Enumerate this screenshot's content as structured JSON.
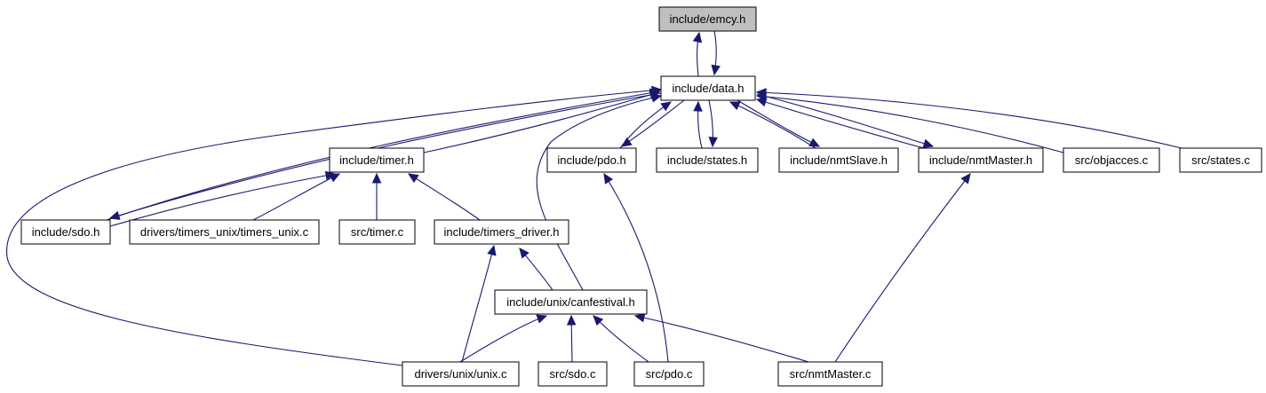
{
  "diagram": {
    "colors": {
      "edge": "#191970",
      "root_fill": "#bfbfbf",
      "node_fill": "#ffffff",
      "border": "#000000"
    },
    "nodes": [
      {
        "id": "emcy",
        "label": "include/emcy.h",
        "root": true
      },
      {
        "id": "data",
        "label": "include/data.h"
      },
      {
        "id": "timer",
        "label": "include/timer.h"
      },
      {
        "id": "pdo",
        "label": "include/pdo.h"
      },
      {
        "id": "states",
        "label": "include/states.h"
      },
      {
        "id": "nmtSlave",
        "label": "include/nmtSlave.h"
      },
      {
        "id": "nmtMaster",
        "label": "include/nmtMaster.h"
      },
      {
        "id": "objacces",
        "label": "src/objacces.c"
      },
      {
        "id": "statesc",
        "label": "src/states.c"
      },
      {
        "id": "sdo",
        "label": "include/sdo.h"
      },
      {
        "id": "timers_unix",
        "label": "drivers/timers_unix/timers_unix.c"
      },
      {
        "id": "timerc",
        "label": "src/timer.c"
      },
      {
        "id": "timers_driver",
        "label": "include/timers_driver.h"
      },
      {
        "id": "canfestival",
        "label": "include/unix/canfestival.h"
      },
      {
        "id": "unixc",
        "label": "drivers/unix/unix.c"
      },
      {
        "id": "sdoc",
        "label": "src/sdo.c"
      },
      {
        "id": "pdoc",
        "label": "src/pdo.c"
      },
      {
        "id": "nmtMasterc",
        "label": "src/nmtMaster.c"
      }
    ],
    "edges": [
      {
        "from": "data",
        "to": "emcy"
      },
      {
        "from": "emcy",
        "to": "data"
      },
      {
        "from": "timer",
        "to": "data"
      },
      {
        "from": "sdo",
        "to": "data"
      },
      {
        "from": "data",
        "to": "sdo"
      },
      {
        "from": "pdo",
        "to": "data"
      },
      {
        "from": "data",
        "to": "pdo"
      },
      {
        "from": "states",
        "to": "data"
      },
      {
        "from": "data",
        "to": "states"
      },
      {
        "from": "nmtSlave",
        "to": "data"
      },
      {
        "from": "data",
        "to": "nmtSlave"
      },
      {
        "from": "nmtMaster",
        "to": "data"
      },
      {
        "from": "data",
        "to": "nmtMaster"
      },
      {
        "from": "objacces",
        "to": "data"
      },
      {
        "from": "statesc",
        "to": "data"
      },
      {
        "from": "canfestival",
        "to": "data"
      },
      {
        "from": "unixc",
        "to": "data"
      },
      {
        "from": "sdo",
        "to": "timer"
      },
      {
        "from": "timers_unix",
        "to": "timer"
      },
      {
        "from": "timerc",
        "to": "timer"
      },
      {
        "from": "timers_driver",
        "to": "timer"
      },
      {
        "from": "canfestival",
        "to": "timers_driver"
      },
      {
        "from": "unixc",
        "to": "timers_driver"
      },
      {
        "from": "unixc",
        "to": "canfestival"
      },
      {
        "from": "sdoc",
        "to": "canfestival"
      },
      {
        "from": "pdoc",
        "to": "canfestival"
      },
      {
        "from": "nmtMasterc",
        "to": "canfestival"
      },
      {
        "from": "pdoc",
        "to": "pdo"
      },
      {
        "from": "nmtMasterc",
        "to": "nmtMaster"
      }
    ]
  }
}
